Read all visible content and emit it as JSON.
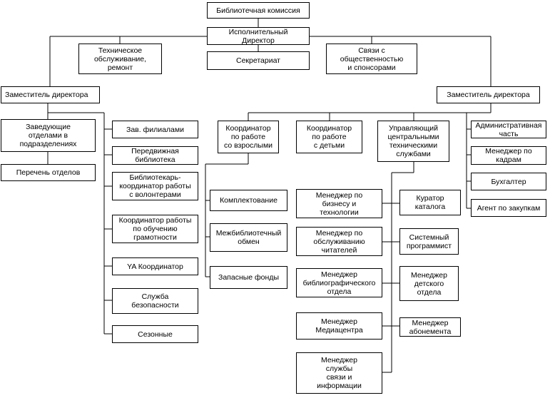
{
  "boxes": {
    "commission": "Библиотечная  комиссия",
    "exec_director": "Исполнительный\nДиректор",
    "tech": "Техническое\nобслуживание,\nремонт",
    "secretariat": "Секретариат",
    "pr": "Связи с\nобщественностью\nи спонсорами",
    "deputy_left": "Заместитель  директора",
    "deputy_right": "Заместитель  директора",
    "dept_heads": "Заведующие\nотделами в\nподразделениях",
    "dept_list": "Перечень отделов",
    "branches": "Зав. филиалами",
    "mobile_library": "Передвижная\nбиблиотека",
    "volunteers": "Библиотекарь-\nкоординатор работы\nс волонтерами",
    "literacy": "Координатор работы\nпо обучению\nграмотности",
    "ya_coord": "YA Координатор",
    "security": "Служба\nбезопасности",
    "seasonal": "Сезонные",
    "adult_coord": "Координатор\nпо работе\nсо взрослыми",
    "acquisition": "Комплектование",
    "interlibrary": "Межбиблиотечный\nобмен",
    "reserve": "Запасные фонды",
    "children_coord": "Координатор\nпо работе\nс детьми",
    "tech_services": "Управляющий\nцентральными\nтехническими\nслужбами",
    "biz_tech": "Менеджер по\nбизнесу и\nтехнологии",
    "reader_services": "Менеджер по\nобслуживанию\nчитателей",
    "bibliographic": "Менеджер\nбиблиографического\nотдела",
    "media_center": "Менеджер\nМедиацентра",
    "comm_info": "Менеджер\nслужбы\nсвязи и\nинформации",
    "catalog": "Куратор\nкаталога",
    "sysadmin": "Системный\nпрограммист",
    "children_dept": "Менеджер\nдетского\nотдела",
    "circulation": "Менеджер\nабонемента",
    "admin_part": "Административная\nчасть",
    "hr": "Менеджер по\nкадрам",
    "accountant": "Бухгалтер",
    "procurement": "Агент по закупкам"
  }
}
